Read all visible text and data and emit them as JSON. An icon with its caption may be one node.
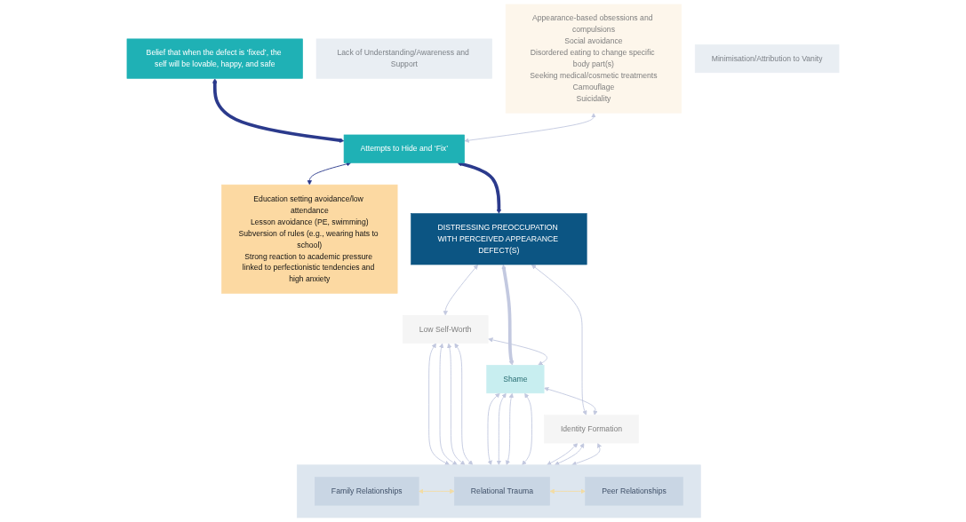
{
  "diagram": {
    "nodes": [
      {
        "text": [
          "Belief that when the defect is ‘fixed’, the self will be lovable, happy, and safe"
        ]
      },
      {
        "text": [
          "Lack of Understanding/Awareness and Support"
        ]
      },
      {
        "text": [
          "Appearance-based obsessions and compulsions",
          "Social avoidance",
          "Disordered eating to change specific body part(s)",
          "Seeking medical/cosmetic treatments",
          "Camouflage",
          "Suicidality"
        ]
      },
      {
        "text": [
          "Attempts to Hide and ‘Fix’"
        ]
      },
      {
        "text": [
          "Education setting avoidance/low attendance",
          "Lesson avoidance (PE, swimming)",
          "Subversion of rules (e.g., wearing hats to school)",
          "Strong reaction to academic pressure linked to perfectionistic tendencies and high anxiety"
        ]
      },
      {
        "text": [
          "Minimisation/Attribution to Vanity"
        ]
      },
      {
        "text": [
          "DISTRESSING PREOCCUPATION WITH PERCEIVED APPEARANCE DEFECT(S)"
        ]
      },
      {
        "text": [
          "Low Self-Worth"
        ]
      },
      {
        "text": [
          "Shame"
        ]
      },
      {
        "text": [
          "Identity Formation"
        ]
      },
      {
        "text": [],
        "shape": "bar"
      },
      {
        "text": [
          "Family Relationships"
        ],
        "in": 10
      },
      {
        "text": [
          "Relational Trauma"
        ],
        "in": 10
      },
      {
        "text": [
          "Peer Relationships"
        ],
        "in": 10
      }
    ],
    "edges": [
      {
        "from": 0,
        "to": 3,
        "arrow": "both",
        "style": "thick",
        "color": "#2b3a8c"
      },
      {
        "from": 2,
        "to": 3,
        "arrow": "both"
      },
      {
        "from": 3,
        "to": 4,
        "arrow": "both",
        "color": "#2b3a8c"
      },
      {
        "from": 3,
        "to": 6,
        "arrow": "both",
        "style": "thick",
        "color": "#2b3a8c"
      },
      {
        "from": 6,
        "to": 7,
        "arrow": "both"
      },
      {
        "from": 6,
        "to": 8,
        "arrow": "both",
        "style": "thick"
      },
      {
        "from": 6,
        "to": 9,
        "arrow": "both"
      },
      {
        "from": 7,
        "to": 8,
        "arrow": "both"
      },
      {
        "from": 8,
        "to": 9,
        "arrow": "both"
      },
      {
        "from": 7,
        "to": 10,
        "arrow": "both"
      },
      {
        "from": 7,
        "to": 10,
        "arrow": "both"
      },
      {
        "from": 7,
        "to": 10,
        "arrow": "both"
      },
      {
        "from": 7,
        "to": 10,
        "arrow": "both"
      },
      {
        "from": 8,
        "to": 10,
        "arrow": "both"
      },
      {
        "from": 8,
        "to": 10,
        "arrow": "both"
      },
      {
        "from": 8,
        "to": 10,
        "arrow": "both"
      },
      {
        "from": 8,
        "to": 10,
        "arrow": "both"
      },
      {
        "from": 9,
        "to": 10,
        "arrow": "both"
      },
      {
        "from": 9,
        "to": 10,
        "arrow": "both"
      },
      {
        "from": 9,
        "to": 10,
        "arrow": "both"
      },
      {
        "from": 11,
        "to": 12,
        "arrow": "both",
        "color": "#f3dca4"
      },
      {
        "from": 12,
        "to": 13,
        "arrow": "both",
        "color": "#f3dca4"
      }
    ]
  }
}
